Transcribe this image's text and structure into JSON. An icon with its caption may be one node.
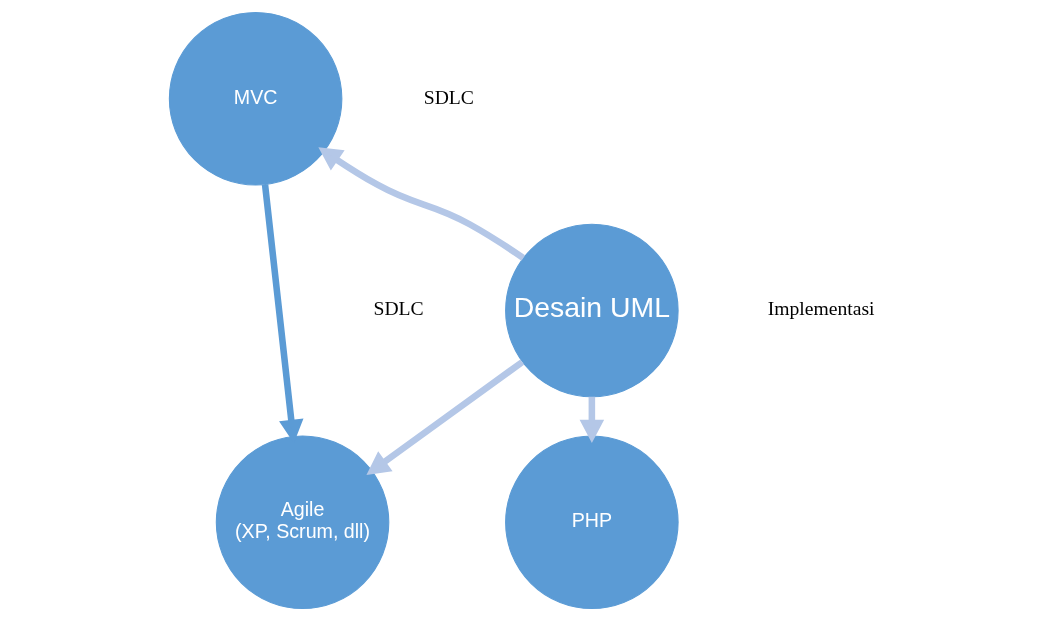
{
  "diagram": {
    "nodes": [
      {
        "text": [
          "Desain UML"
        ]
      },
      {
        "text": [
          "MVC"
        ]
      },
      {
        "text": [
          "Agile",
          "(XP, Scrum, dll)"
        ]
      },
      {
        "text": [
          "PHP"
        ]
      }
    ],
    "edges": [
      {
        "from": 0,
        "to": 1,
        "arrow": "to"
      },
      {
        "from": 0,
        "to": 2,
        "arrow": "to"
      },
      {
        "from": 0,
        "to": 3,
        "arrow": "to"
      },
      {
        "from": 1,
        "to": 2,
        "arrow": "to",
        "color": "#5b9bd5"
      }
    ],
    "labels": [
      "SDLC",
      "SDLC",
      "Implementasi"
    ]
  }
}
